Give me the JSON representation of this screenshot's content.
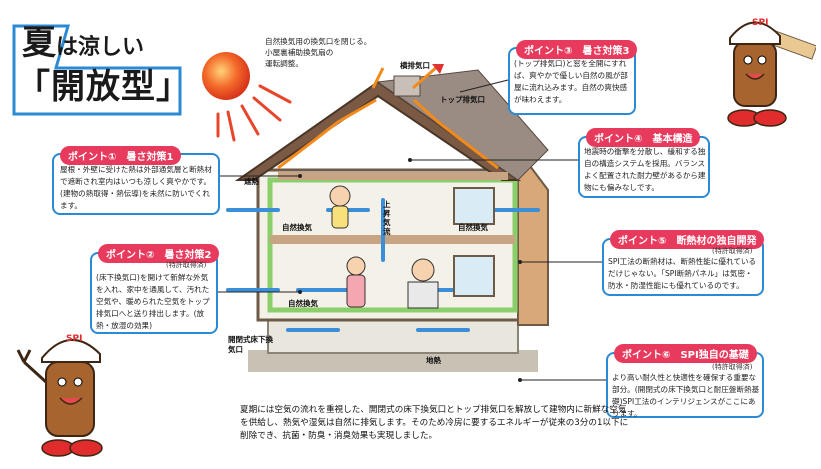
{
  "title": {
    "season": "夏",
    "suffix": "は涼しい",
    "type_label": "「開放型」"
  },
  "top_note": {
    "line1": "自然換気用の換気口を閉じる。",
    "line2": "小屋裏補助換気扇の",
    "line3": "運転調整。"
  },
  "diagram_labels": {
    "ridge_vent": "横排気口",
    "top_vent": "トップ排気口",
    "heat_shield": "遮熱",
    "natural_vent_1": "自然換気",
    "natural_vent_2": "自然換気",
    "natural_vent_3": "自然換気",
    "updraft": "上昇気流",
    "floor_vent": "開閉式床下換気口",
    "ground_heat": "地熱"
  },
  "points": [
    {
      "head": "ポイント①　暑さ対策1",
      "text": "屋根・外壁に受けた熱は外部通気層と断熱材で遮断され室内はいつも涼しく爽やかです。(建物の熱取得・熱伝導)を未然に防いでくれます。"
    },
    {
      "head": "ポイント②　暑さ対策2",
      "tag": "(特許取得済)",
      "text": "(床下換気口)を開けて新鮮な外気を入れ、家中を通風して、汚れた空気や、暖められた空気をトップ排気口へと送り排出します。(放熱・放湿の効果)"
    },
    {
      "head": "ポイント③　暑さ対策3",
      "text": "(トップ排気口)と窓を全開にすれば、爽やかで優しい自然の風が部屋に流れ込みます。自然の爽快感が味わえます。"
    },
    {
      "head": "ポイント④　基本構造",
      "text": "地震時の衝撃を分散し、緩和する独自の構造システムを採用。バランスよく配置された耐力壁があるから建物にも偏みなしです。"
    },
    {
      "head": "ポイント⑤　断熱材の独自開発",
      "tag": "(特許取得済)",
      "text": "SPI工法の断熱材は、断熱性能に優れているだけじゃない。「SPI断熱パネル」は気密・防水・防湿性能にも優れているのです。"
    },
    {
      "head": "ポイント⑥　SPI独自の基礎",
      "tag": "(特許取得済)",
      "text": "より高い耐久性と快適性を確保する重要な部分。(開閉式の床下換気口と耐圧盤断熱基礎)SPI工法のインテリジェンスがここにあります。"
    }
  ],
  "bottom_text": "夏期には空気の流れを重視した、開閉式の床下換気口とトップ排気口を解放して建物内に新鮮な空気を供給し、熱気や湿気は自然に排気します。そのため冷房に要するエネルギーが従来の3分の1以下に削除でき、抗菌・防臭・消臭効果も実現しました。",
  "mascot": {
    "label": "SPI"
  },
  "colors": {
    "accent_blue": "#2b8ad3",
    "point_red": "#e73a5c",
    "airflow_blue": "#3a8fd8",
    "hot_orange": "#f28a1c",
    "wall_green": "#8bcf6a"
  }
}
